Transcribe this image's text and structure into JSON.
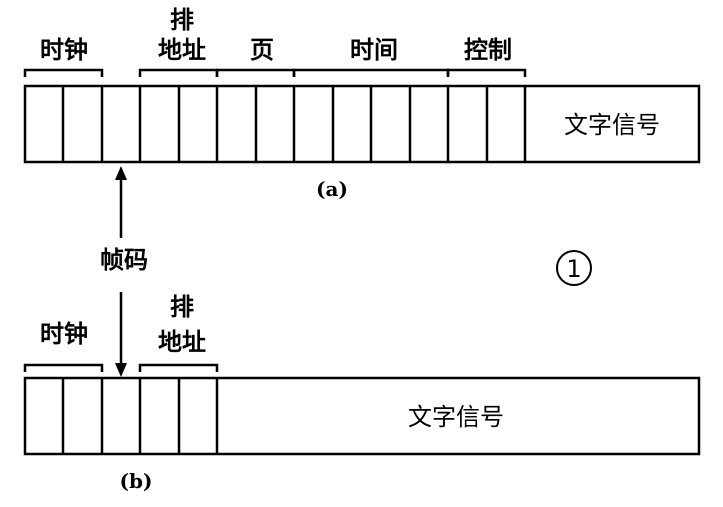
{
  "diagram_a": {
    "groups": {
      "clock": "时钟",
      "address_line1": "排",
      "address_line2": "地址",
      "page": "页",
      "time": "时间",
      "control": "控制"
    },
    "signal_label": "文字信号",
    "caption": "(a)"
  },
  "frame_code_label": "帧码",
  "figure_number": "①",
  "diagram_b": {
    "groups": {
      "clock": "时钟",
      "address_line1": "排",
      "address_line2": "地址"
    },
    "signal_label": "文字信号",
    "caption": "(b)"
  }
}
